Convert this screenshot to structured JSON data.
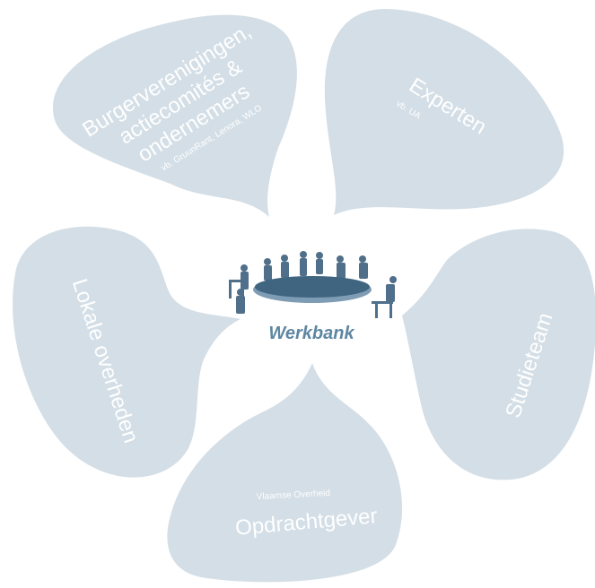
{
  "center": {
    "label": "Werkbank",
    "icon": "round-table-meeting-icon"
  },
  "segments": {
    "citizens": {
      "lines": [
        "Burgerverenigingen,",
        "actiecomités &",
        "ondernemers"
      ],
      "note": "vb. GruunRant, Lenora, WLO"
    },
    "experts": {
      "title": "Experten",
      "note": "vb. UA"
    },
    "study_team": {
      "title": "Studieteam"
    },
    "client": {
      "title": "Opdrachtgever",
      "note": "Vlaamse Overheid"
    },
    "local_gov": {
      "title": "Lokale overheden"
    }
  },
  "colors": {
    "bubble": "#d3dee6",
    "text": "#ffffff",
    "center_text": "#5f87a2",
    "figures": "#4f6f8a"
  }
}
